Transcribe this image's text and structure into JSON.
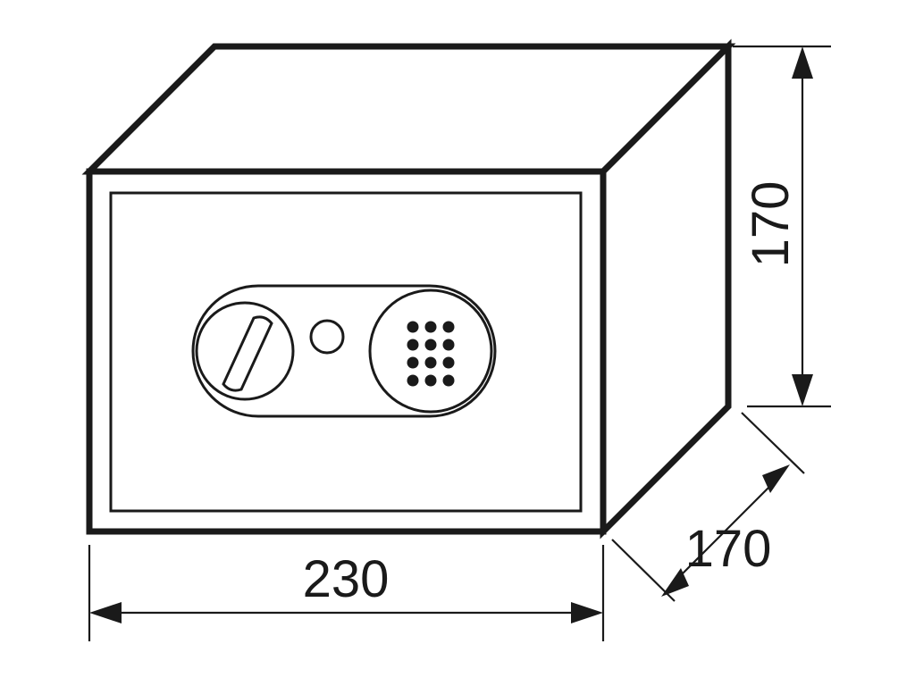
{
  "dimensions": {
    "width": "230",
    "height": "170",
    "depth": "170"
  },
  "keypad": {
    "rows": 4,
    "cols": 3
  },
  "colors": {
    "line": "#1a1a1a",
    "background": "#ffffff"
  }
}
